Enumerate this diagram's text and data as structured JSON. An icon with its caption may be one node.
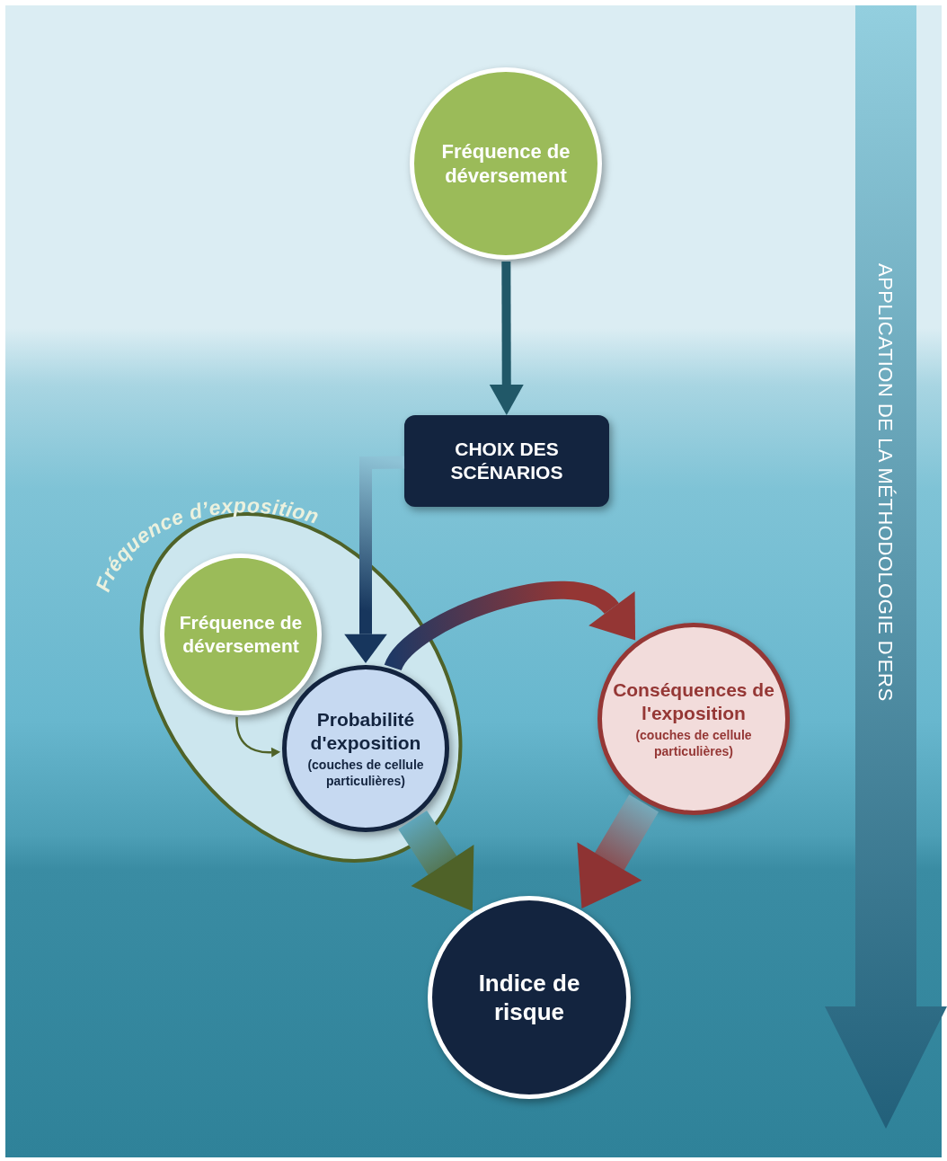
{
  "diagram": {
    "nodes": [
      {
        "text": [
          "Fréquence de déversement"
        ]
      },
      {
        "text": [
          "CHOIX DES SCÉNARIOS"
        ]
      },
      {
        "text": [
          "Fréquence d’exposition"
        ]
      },
      {
        "text": [
          "Fréquence de déversement"
        ],
        "in": 2
      },
      {
        "text": [
          "Probabilité d'exposition",
          "(couches de cellule particulières)"
        ],
        "in": 2
      },
      {
        "text": [
          "Conséquences de l'exposition",
          "(couches de cellule particulières)"
        ]
      },
      {
        "text": [
          "Indice de risque"
        ]
      }
    ],
    "edges": [
      {
        "from": 0,
        "to": 1,
        "arrow": "to",
        "style": "thick",
        "color": "#215868"
      },
      {
        "from": 1,
        "to": 4,
        "arrow": "to",
        "style": "thick",
        "color": "#17365d"
      },
      {
        "from": 3,
        "to": 4,
        "arrow": "to",
        "color": "#4f6228"
      },
      {
        "from": 4,
        "to": 5,
        "arrow": "to",
        "style": "thick",
        "color": "#943634"
      },
      {
        "from": 4,
        "to": 6,
        "arrow": "to",
        "style": "thick",
        "color": "#4f6228"
      },
      {
        "from": 5,
        "to": 6,
        "arrow": "to",
        "style": "thick",
        "color": "#8e3333"
      }
    ],
    "labels": [
      "APPLICATION DE LA MÉTHODOLOGIE D'ERS"
    ]
  }
}
